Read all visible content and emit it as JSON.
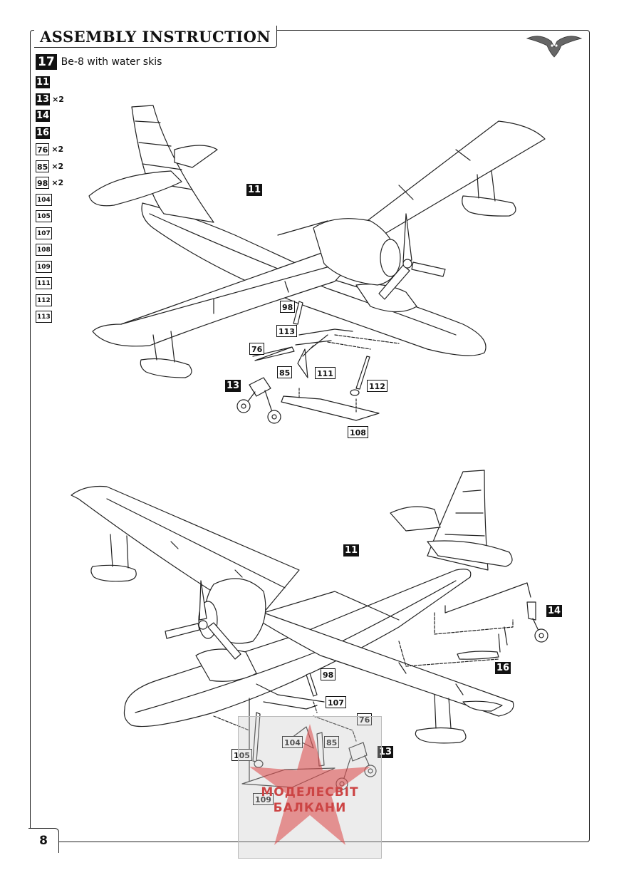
{
  "header": {
    "title": "ASSEMBLY INSTRUCTION",
    "page_number": "8"
  },
  "logo": {
    "icon": "owl-logo-icon"
  },
  "step": {
    "number": "17",
    "title": "Be-8 with water skis"
  },
  "parts_list": [
    {
      "id": "11",
      "qty": "",
      "style": "dark"
    },
    {
      "id": "13",
      "qty": "×2",
      "style": "dark"
    },
    {
      "id": "14",
      "qty": "",
      "style": "dark"
    },
    {
      "id": "16",
      "qty": "",
      "style": "dark"
    },
    {
      "id": "76",
      "qty": "×2",
      "style": "light"
    },
    {
      "id": "85",
      "qty": "×2",
      "style": "light"
    },
    {
      "id": "98",
      "qty": "×2",
      "style": "light"
    },
    {
      "id": "104",
      "qty": "",
      "style": "light"
    },
    {
      "id": "105",
      "qty": "",
      "style": "light"
    },
    {
      "id": "107",
      "qty": "",
      "style": "light"
    },
    {
      "id": "108",
      "qty": "",
      "style": "light"
    },
    {
      "id": "109",
      "qty": "",
      "style": "light"
    },
    {
      "id": "111",
      "qty": "",
      "style": "light"
    },
    {
      "id": "112",
      "qty": "",
      "style": "light"
    },
    {
      "id": "113",
      "qty": "",
      "style": "light"
    }
  ],
  "top_view_callouts": {
    "c11": "11",
    "c98": "98",
    "c113": "113",
    "c76": "76",
    "c85": "85",
    "c111": "111",
    "c13": "13",
    "c112": "112",
    "c108": "108"
  },
  "bottom_view_callouts": {
    "c11": "11",
    "c14": "14",
    "c16": "16",
    "c98": "98",
    "c107": "107",
    "c76": "76",
    "c104": "104",
    "c85": "85",
    "c13": "13",
    "c105": "105",
    "c109": "109"
  },
  "watermark": {
    "line1": "МОДЕЛЕСВІТ",
    "line2": "БАЛКАНИ"
  }
}
